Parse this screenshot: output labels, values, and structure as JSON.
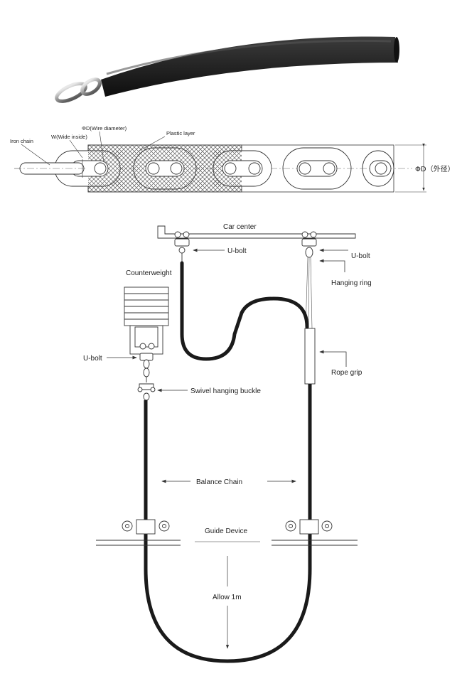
{
  "top_diagram": {
    "labels": {
      "iron_chain": "Iron chain",
      "wide_inside": "W(Wide inside)",
      "wire_diameter": "ΦD(Wire diameter)",
      "plastic_layer": "Plastic layer",
      "outer_diameter": "ΦD（外径）"
    }
  },
  "installation_diagram": {
    "labels": {
      "car_center": "Car center",
      "u_bolt_left": "U-bolt",
      "u_bolt_right": "U-bolt",
      "hanging_ring": "Hanging ring",
      "counterweight": "Counterweight",
      "u_bolt_cw": "U-bolt",
      "swivel_hanging_buckle": "Swivel hanging buckle",
      "rope_grip": "Rope grip",
      "balance_chain": "Balance Chain",
      "guide_device": "Guide Device",
      "allow": "Allow 1m"
    }
  },
  "colors": {
    "chain_dark": "#1a1a1a",
    "line": "#333333",
    "hatch": "#555555"
  }
}
